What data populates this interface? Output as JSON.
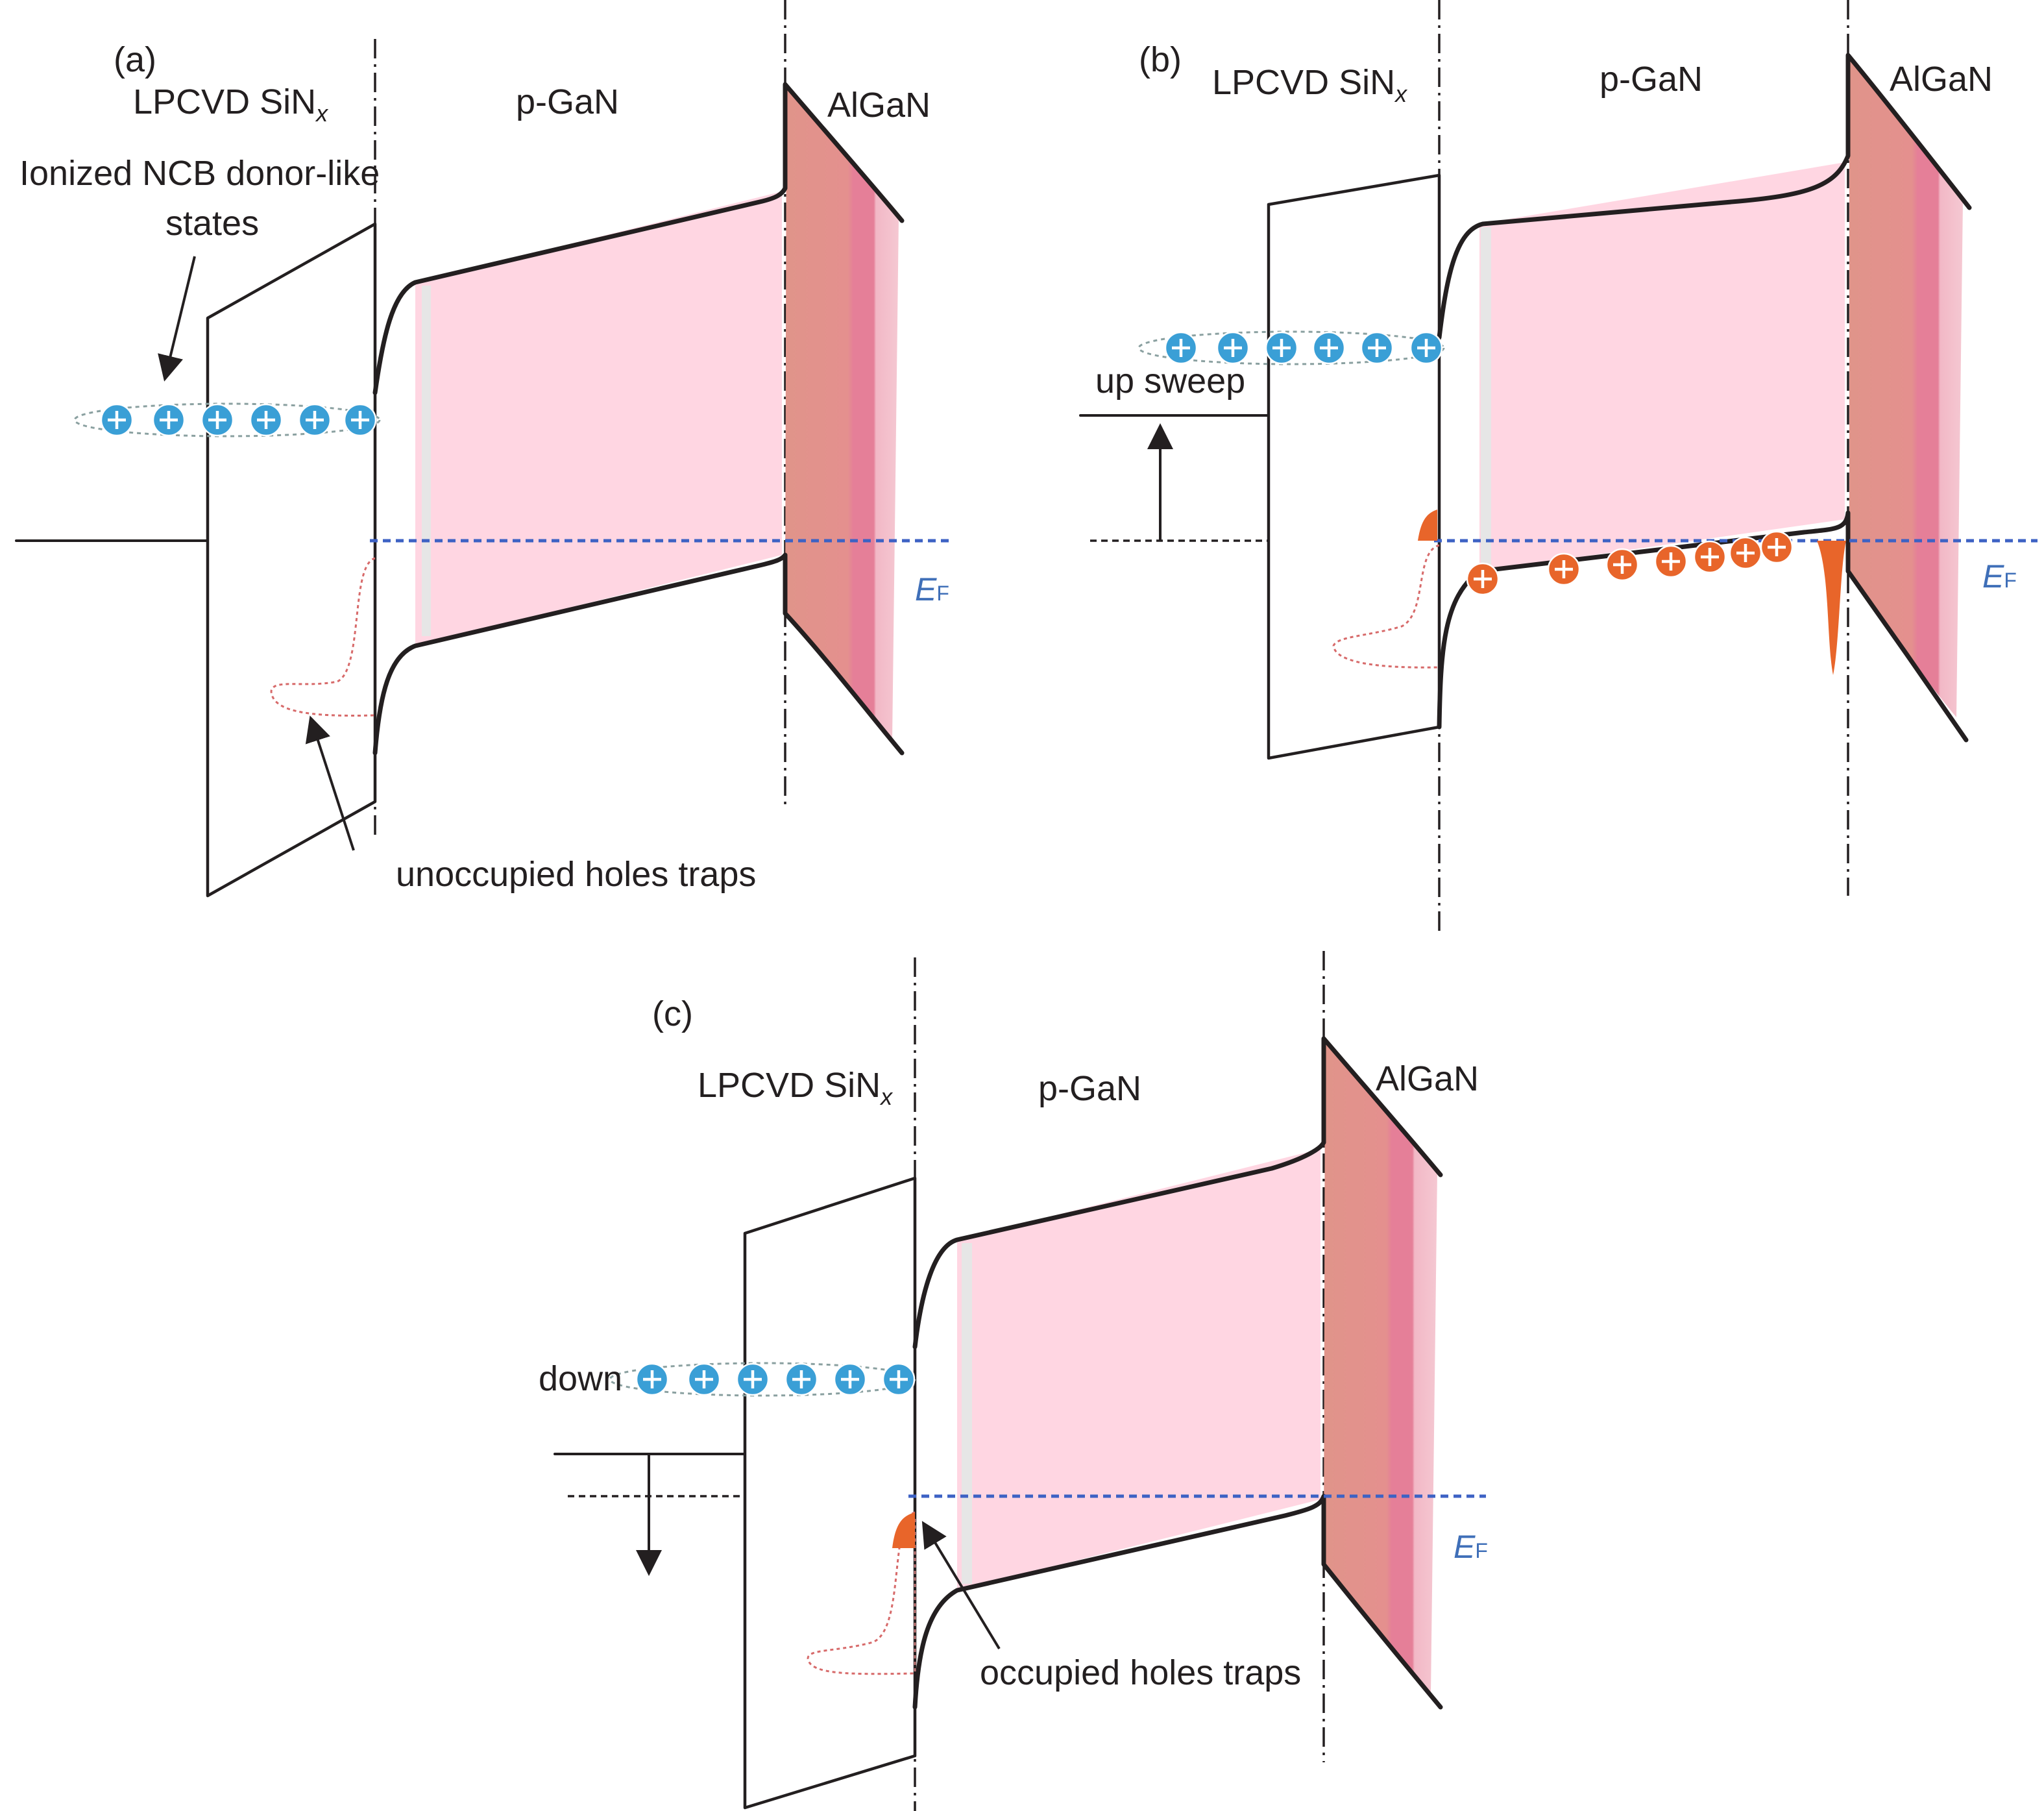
{
  "panels": {
    "a": {
      "label": "(a)",
      "oxide": "LPCVD SiN",
      "oxide_sub": "x",
      "gan": "p-GaN",
      "algan": "AlGaN",
      "fermi": "E",
      "fermi_sub": "F",
      "donor_label_line1": "Ionized NCB donor-like",
      "donor_label_line2": "states",
      "trap_label": "unoccupied holes traps"
    },
    "b": {
      "label": "(b)",
      "oxide": "LPCVD SiN",
      "oxide_sub": "x",
      "gan": "p-GaN",
      "algan": "AlGaN",
      "fermi": "E",
      "fermi_sub": "F",
      "sweep_label": "up sweep"
    },
    "c": {
      "label": "(c)",
      "oxide": "LPCVD SiN",
      "oxide_sub": "x",
      "gan": "p-GaN",
      "algan": "AlGaN",
      "fermi": "E",
      "fermi_sub": "F",
      "sweep_label": "down",
      "trap_label": "occupied holes traps"
    }
  },
  "colors": {
    "pgan_fill": "#ffd6e2",
    "algan_fill": "#e0948a",
    "donor_ion": "#3a9fd6",
    "hole": "#e8652a",
    "fermi_line": "#3d62c4"
  },
  "icons": [
    "plus-circle-icon",
    "arrow-up-icon",
    "arrow-down-icon"
  ]
}
